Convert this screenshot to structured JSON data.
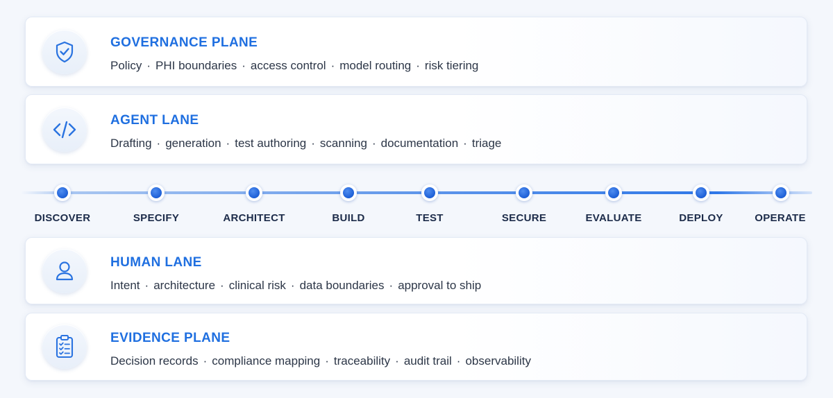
{
  "lanes": [
    {
      "title": "GOVERNANCE PLANE",
      "icon": "shield-check-icon",
      "items": [
        "Policy",
        "PHI boundaries",
        "access control",
        "model routing",
        "risk tiering"
      ]
    },
    {
      "title": "AGENT LANE",
      "icon": "code-icon",
      "items": [
        "Drafting",
        "generation",
        "test authoring",
        "scanning",
        "documentation",
        "triage"
      ]
    },
    {
      "title": "HUMAN LANE",
      "icon": "user-icon",
      "items": [
        "Intent",
        "architecture",
        "clinical risk",
        "data boundaries",
        "approval to ship"
      ]
    },
    {
      "title": "EVIDENCE PLANE",
      "icon": "clipboard-checklist-icon",
      "items": [
        "Decision records",
        "compliance mapping",
        "traceability",
        "audit trail",
        "observability"
      ]
    }
  ],
  "separator": "·",
  "stages": [
    "DISCOVER",
    "SPECIFY",
    "ARCHITECT",
    "BUILD",
    "TEST",
    "SECURE",
    "EVALUATE",
    "DEPLOY",
    "OPERATE"
  ],
  "colors": {
    "accent": "#1f6fe0",
    "dot": "#1d5fd6",
    "stage_label": "#1d2c4a",
    "body_text": "#2c3647",
    "background": "#f4f7fc"
  }
}
